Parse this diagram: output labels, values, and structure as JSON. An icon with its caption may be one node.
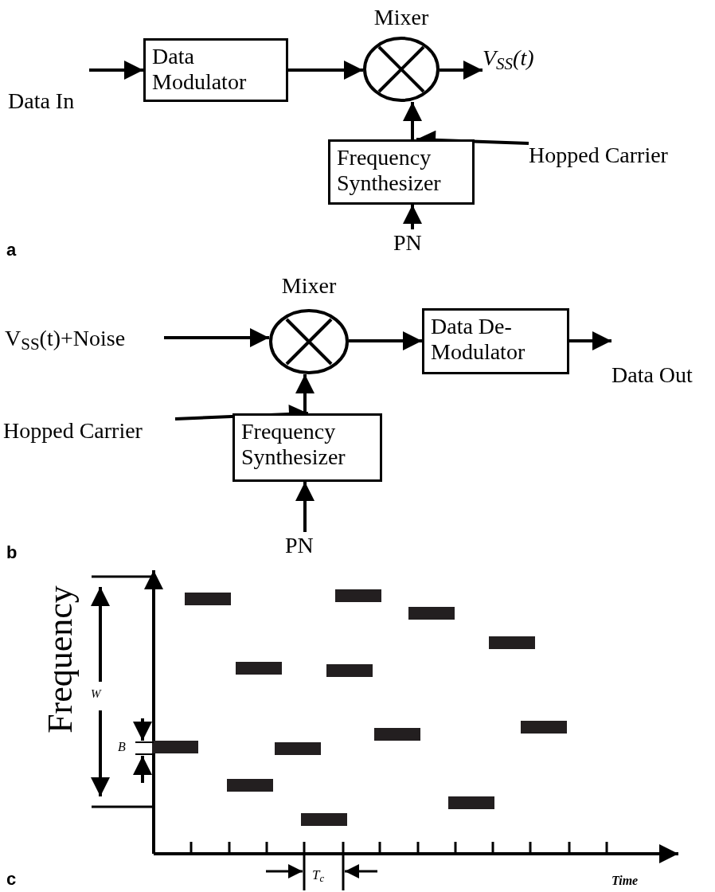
{
  "diagram": {
    "nodes": [
      {
        "text": [
          "Data In"
        ]
      },
      {
        "text": [
          "Data Modulator"
        ]
      },
      {
        "text": [
          "Mixer"
        ]
      },
      {
        "text": [
          "V$_{SS}$(t)"
        ]
      },
      {
        "text": [
          "Frequency Synthesizer"
        ]
      },
      {
        "text": [
          "Hopped Carrier"
        ]
      },
      {
        "text": [
          "PN"
        ]
      },
      {
        "text": [
          "V$_{SS}$(t)+Noise"
        ]
      },
      {
        "text": [
          "Mixer"
        ]
      },
      {
        "text": [
          "Data De- Modulator"
        ]
      },
      {
        "text": [
          "Data Out"
        ]
      },
      {
        "text": [
          "Hopped Carrier"
        ]
      },
      {
        "text": [
          "Frequency Synthesizer"
        ]
      },
      {
        "text": [
          "PN"
        ]
      }
    ],
    "edges": [
      {
        "from": 0,
        "to": 1,
        "arrow": "to"
      },
      {
        "from": 1,
        "to": 2,
        "arrow": "to"
      },
      {
        "from": 2,
        "to": 3,
        "arrow": "to"
      },
      {
        "from": 4,
        "to": 2,
        "arrow": "to"
      },
      {
        "from": 5,
        "to": 4,
        "arrow": "to"
      },
      {
        "from": 6,
        "to": 4,
        "arrow": "to"
      },
      {
        "from": 7,
        "to": 8,
        "arrow": "to"
      },
      {
        "from": 8,
        "to": 9,
        "arrow": "to"
      },
      {
        "from": 9,
        "to": 10,
        "arrow": "to"
      },
      {
        "from": 12,
        "to": 8,
        "arrow": "to"
      },
      {
        "from": 11,
        "to": 12,
        "arrow": "to"
      },
      {
        "from": 13,
        "to": 12,
        "arrow": "to"
      }
    ],
    "labels": [
      "a",
      "b",
      "Frequency",
      "W",
      "B",
      "T$_{c}$",
      "Time",
      "c"
    ]
  }
}
